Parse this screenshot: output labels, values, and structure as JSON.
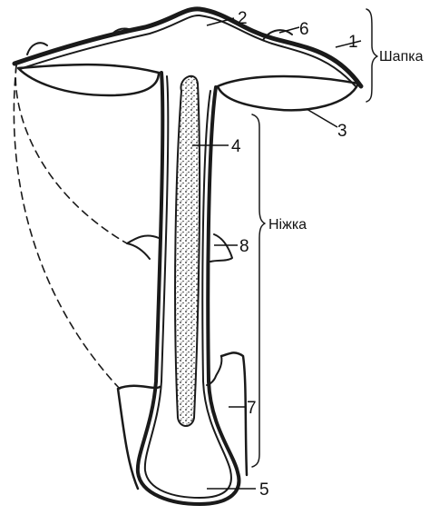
{
  "diagram": {
    "part_numbers": [
      "1",
      "2",
      "3",
      "4",
      "5",
      "6",
      "7",
      "8"
    ],
    "groups": {
      "cap": "Шапка",
      "stalk": "Ніжка"
    }
  }
}
